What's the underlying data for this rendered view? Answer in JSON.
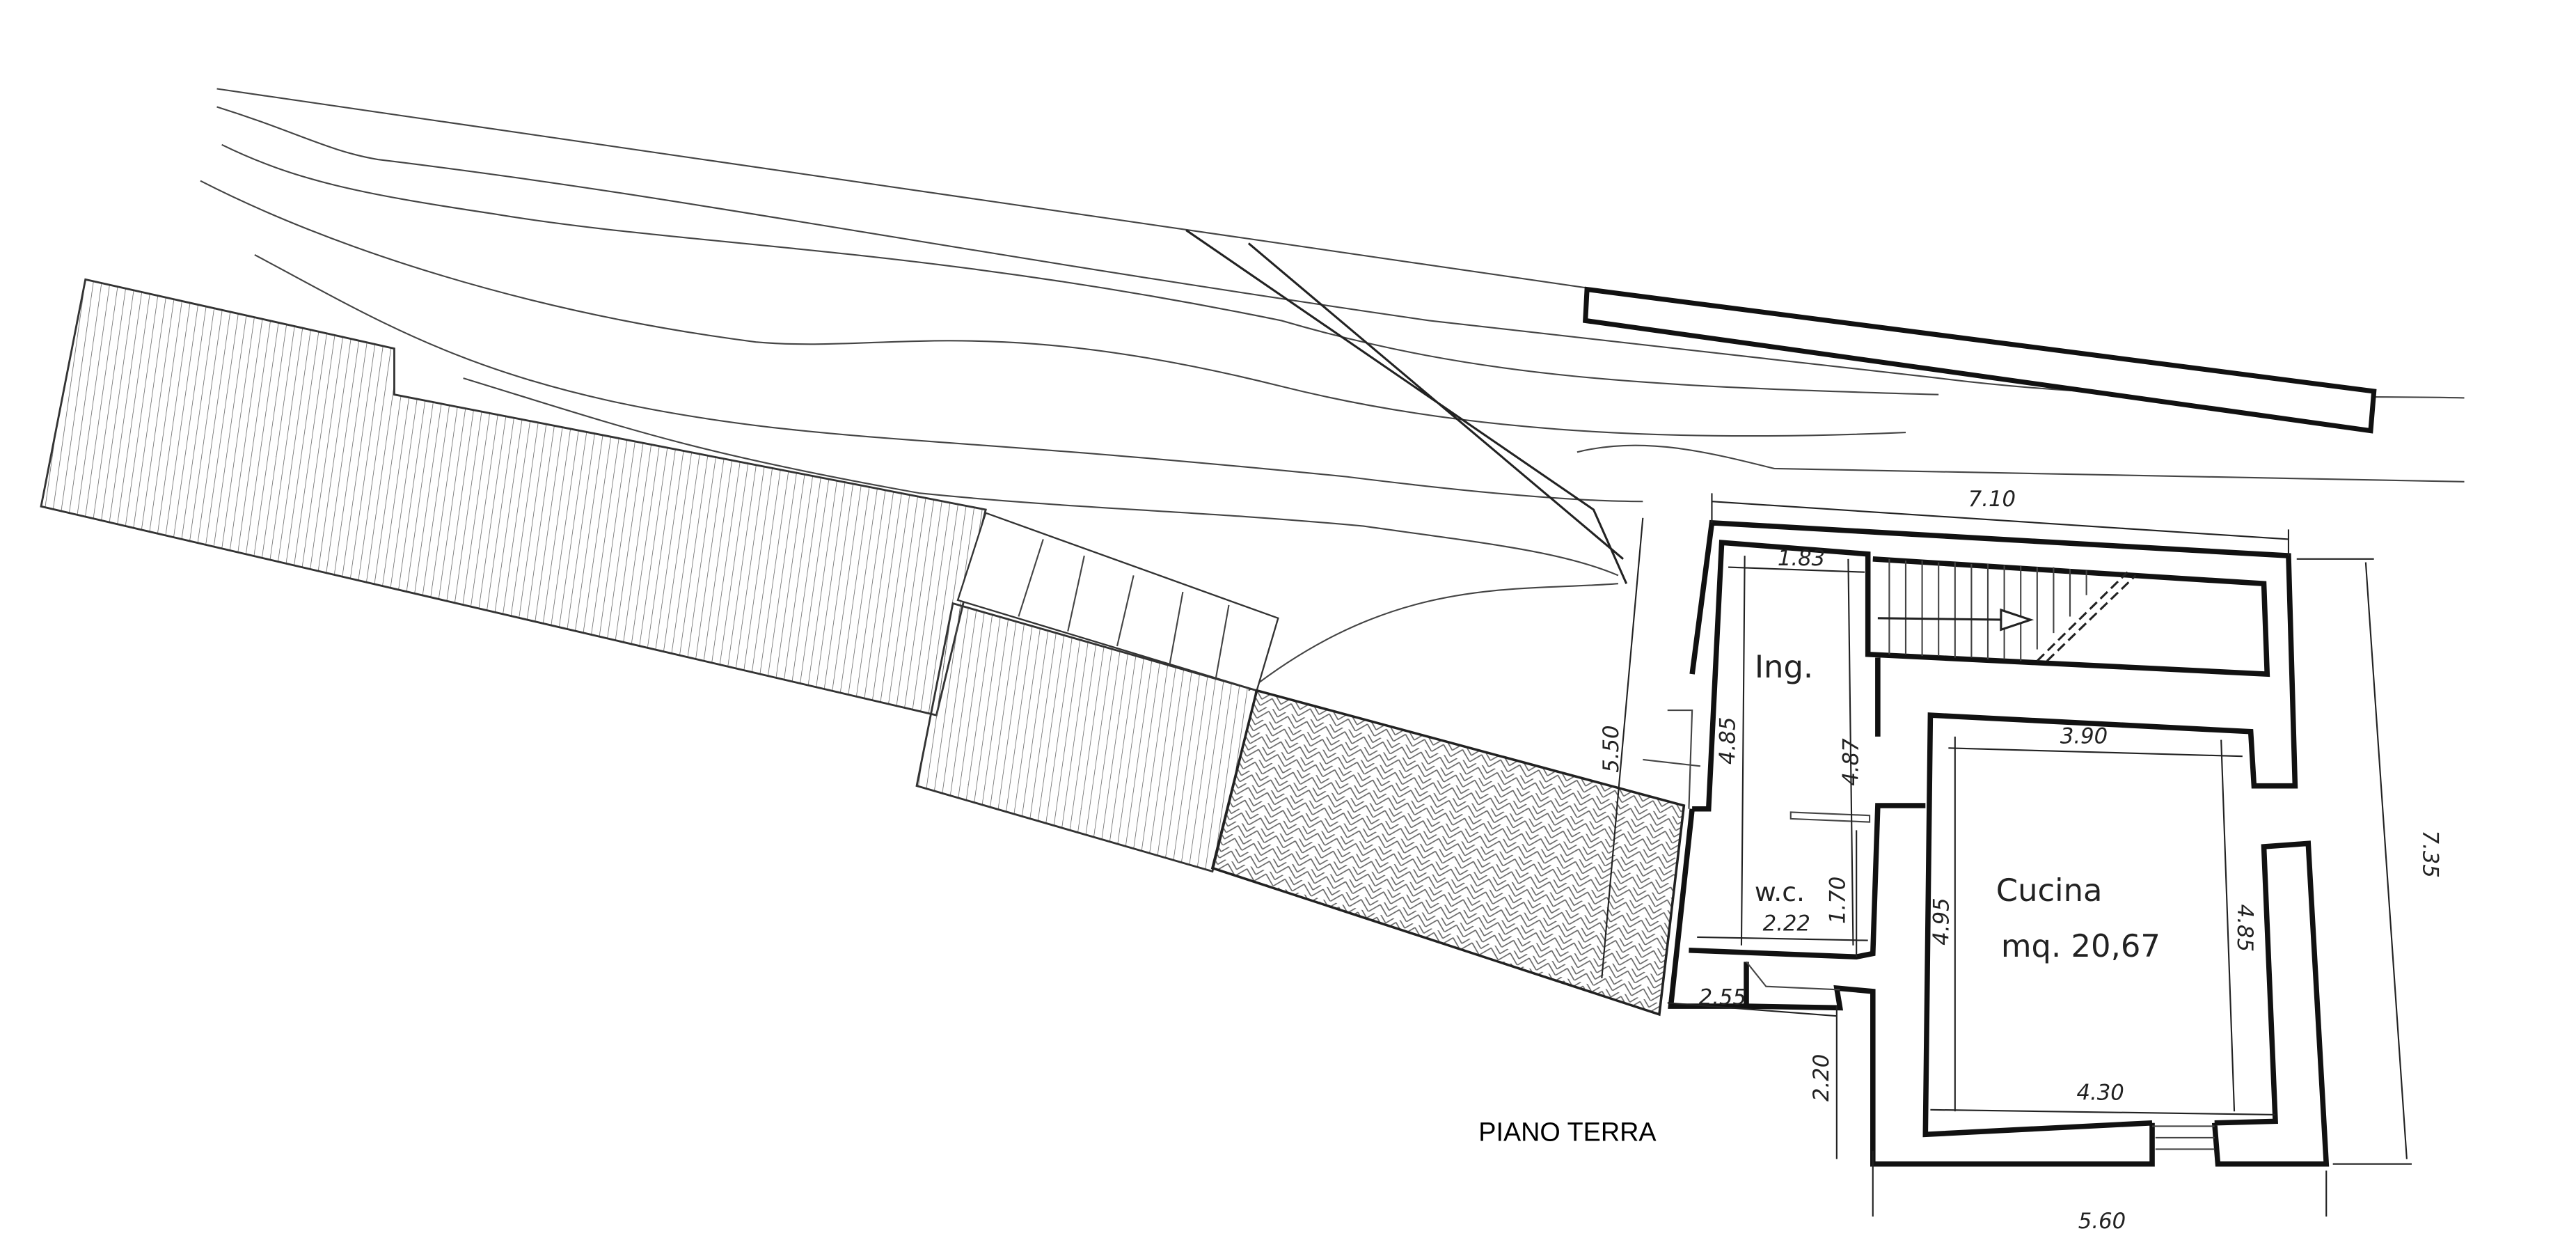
{
  "title": "PIANO TERRA",
  "rooms": {
    "ingresso": "Ing.",
    "wc": "w.c.",
    "cucina": "Cucina",
    "cucina_area": "mq. 20,67"
  },
  "dimensions": {
    "overall_width_top": "7.10",
    "overall_depth_right": "7.35",
    "overall_width_bottom": "5.60",
    "ing_width": "1.83",
    "ing_depth_left": "4.85",
    "ing_depth_right": "4.87",
    "wc_width": "2.22",
    "wc_depth": "1.70",
    "cucina_width_top": "3.90",
    "cucina_width_bottom": "4.30",
    "cucina_depth_left": "4.95",
    "cucina_depth_right": "4.85",
    "entrance_width": "2.55",
    "entrance_depth": "2.20",
    "terrace_depth": "5.50"
  }
}
